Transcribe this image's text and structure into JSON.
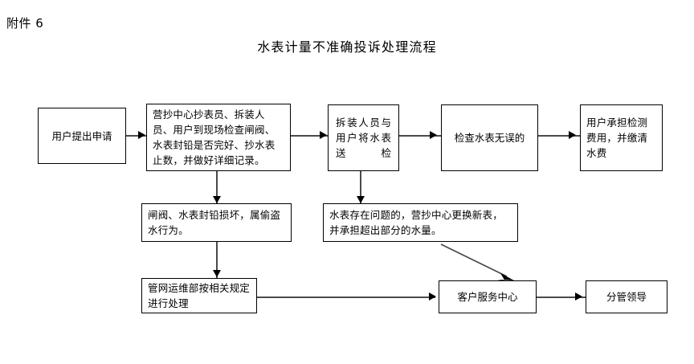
{
  "document": {
    "attachment_label": "附件 6",
    "title": "水表计量不准确投诉处理流程"
  },
  "flowchart": {
    "type": "process-flow",
    "nodes": [
      {
        "id": "n1",
        "label": "用户提出申请"
      },
      {
        "id": "n2",
        "label": "营抄中心抄表员、拆装人员、用户到现场检查闸阀、水表封铅是否完好、抄水表止数，并做好详细记录。"
      },
      {
        "id": "n3",
        "label": "拆装人员与用户将水表送检"
      },
      {
        "id": "n4",
        "label": "检查水表无误的"
      },
      {
        "id": "n5",
        "label": "用户承担检测费用，并缴清水费"
      },
      {
        "id": "n6",
        "label": "闸阀、水表封铅损坏，属偷盗水行为。"
      },
      {
        "id": "n7",
        "label": "水表存在问题的，营抄中心更换新表，并承担超出部分的水量。"
      },
      {
        "id": "n8",
        "label": "管网运维部按相关规定进行处理"
      },
      {
        "id": "n9",
        "label": "客户服务中心"
      },
      {
        "id": "n10",
        "label": "分管领导"
      }
    ],
    "edges": [
      {
        "from": "n1",
        "to": "n2",
        "kind": "horizontal-arrow"
      },
      {
        "from": "n2",
        "to": "n3",
        "kind": "horizontal-arrow"
      },
      {
        "from": "n3",
        "to": "n4",
        "kind": "horizontal-arrow"
      },
      {
        "from": "n4",
        "to": "n5",
        "kind": "horizontal-arrow"
      },
      {
        "from": "n2",
        "to": "n6",
        "kind": "vertical-arrow"
      },
      {
        "from": "n3",
        "to": "n7",
        "kind": "vertical-arrow"
      },
      {
        "from": "n6",
        "to": "n8",
        "kind": "vertical-arrow"
      },
      {
        "from": "n8",
        "to": "n9",
        "kind": "horizontal-arrow"
      },
      {
        "from": "n7",
        "to": "n9",
        "kind": "diagonal-arrow"
      },
      {
        "from": "n9",
        "to": "n10",
        "kind": "horizontal-arrow"
      }
    ]
  },
  "colors": {
    "page_background": "#ffffff",
    "node_border": "#000000",
    "connector": "#4a4a4a",
    "arrow_head": "#000000",
    "text": "#000000"
  }
}
